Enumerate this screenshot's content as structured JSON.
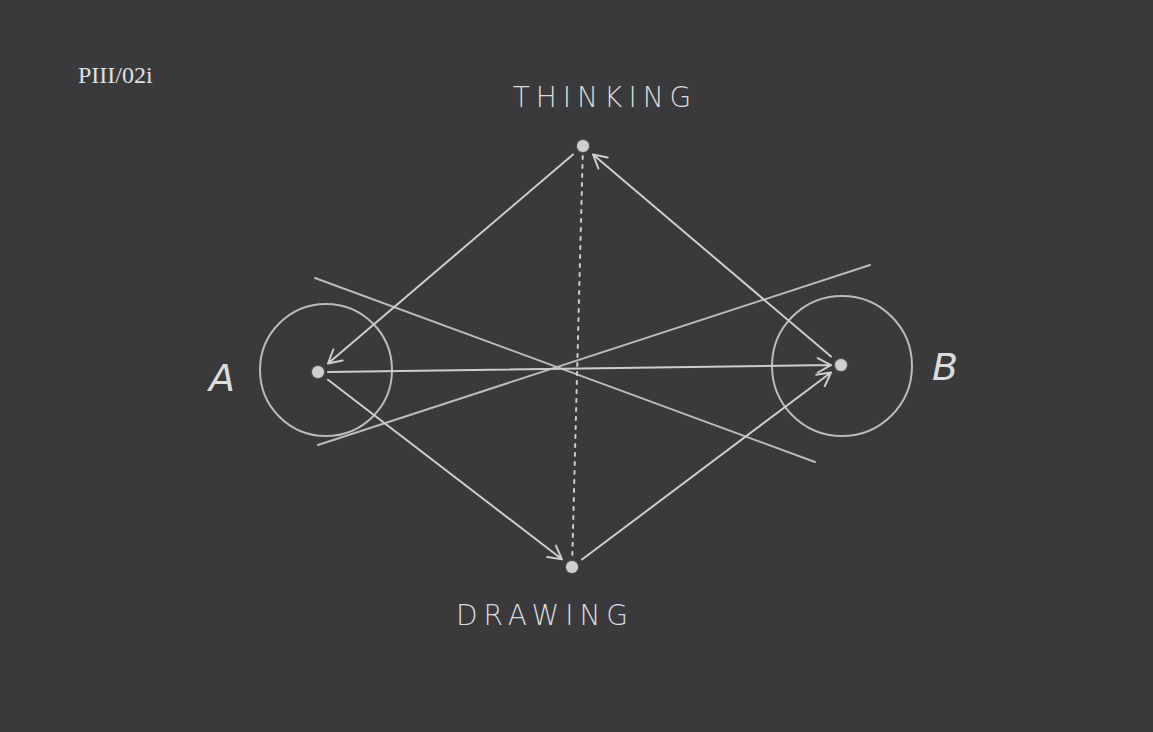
{
  "diagram": {
    "nodes": [
      {
        "text": [
          "THINKING"
        ]
      },
      {
        "text": [
          "A"
        ]
      },
      {
        "text": [
          "B"
        ]
      },
      {
        "text": [
          "DRAWING"
        ]
      }
    ],
    "edges": [
      {
        "from": 1,
        "to": 2,
        "arrow": "to"
      },
      {
        "from": 0,
        "to": 1,
        "arrow": "to"
      },
      {
        "from": 2,
        "to": 0,
        "arrow": "to"
      },
      {
        "from": 1,
        "to": 3,
        "arrow": "to"
      },
      {
        "from": 3,
        "to": 2,
        "arrow": "to"
      },
      {
        "from": 0,
        "to": 3,
        "arrow": "none"
      }
    ],
    "labels": [
      "PIII/02i"
    ]
  }
}
